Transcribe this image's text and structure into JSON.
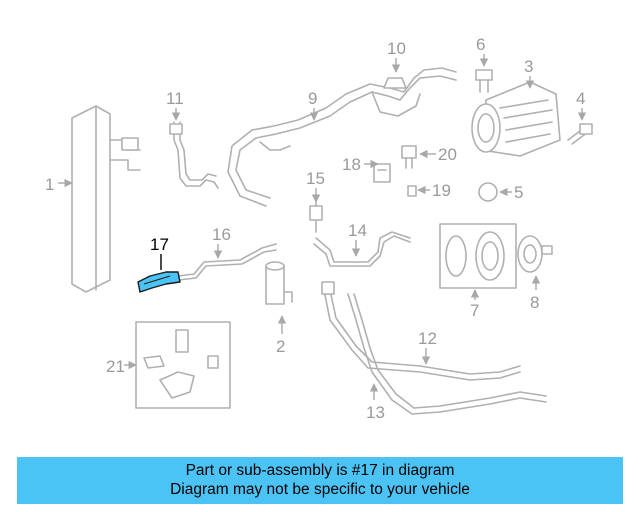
{
  "diagram": {
    "labels": [
      "1",
      "2",
      "3",
      "4",
      "5",
      "6",
      "7",
      "8",
      "9",
      "10",
      "11",
      "12",
      "13",
      "14",
      "15",
      "16",
      "17",
      "18",
      "19",
      "20",
      "21"
    ],
    "highlighted_part": "17",
    "highlight_color": "#4cc3f5",
    "line_color": "#b0b0b0"
  },
  "banner": {
    "line1": "Part or sub-assembly is #17 in diagram",
    "line2": "Diagram may not be specific to your vehicle",
    "background": "#4cc3f5"
  }
}
